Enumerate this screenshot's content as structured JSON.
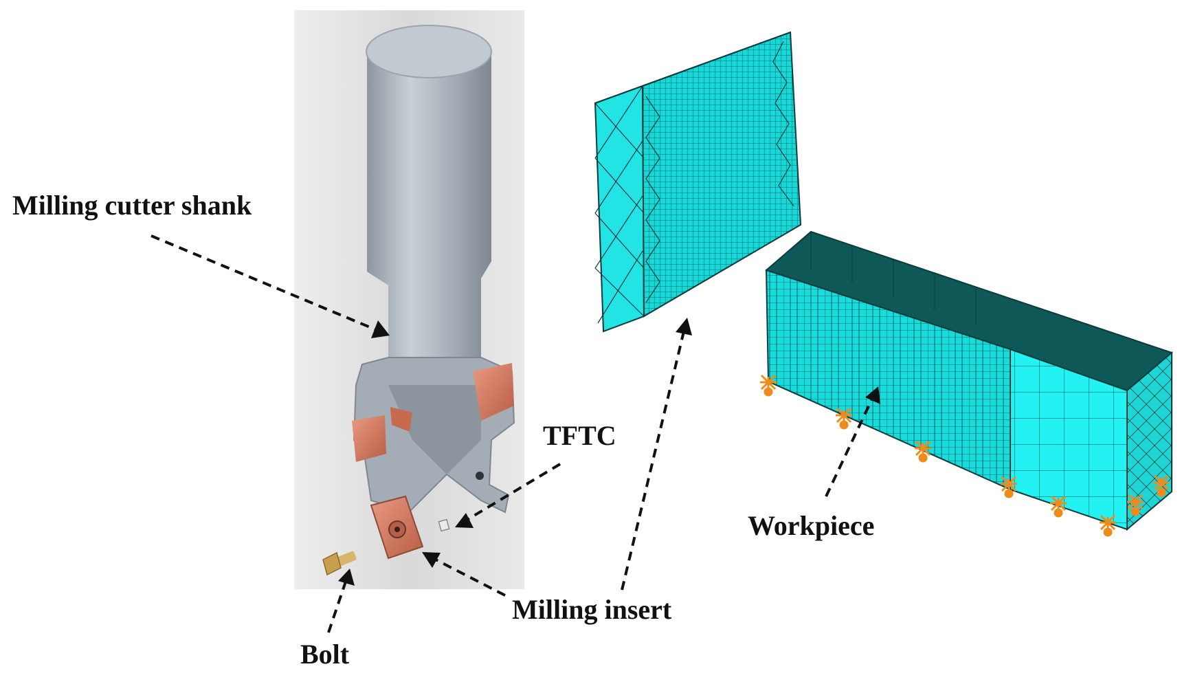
{
  "labels": {
    "shank": "Milling cutter shank",
    "tftc": "TFTC",
    "bolt": "Bolt",
    "insert": "Milling insert",
    "workpiece": "Workpiece"
  },
  "colors": {
    "mesh": "#14e0e0",
    "mesh_line": "#0b3b3b",
    "steel": "#a7afb8",
    "copper": "#d97a5f",
    "constraint": "#f08a1a",
    "panel": "#e6e6e6"
  }
}
